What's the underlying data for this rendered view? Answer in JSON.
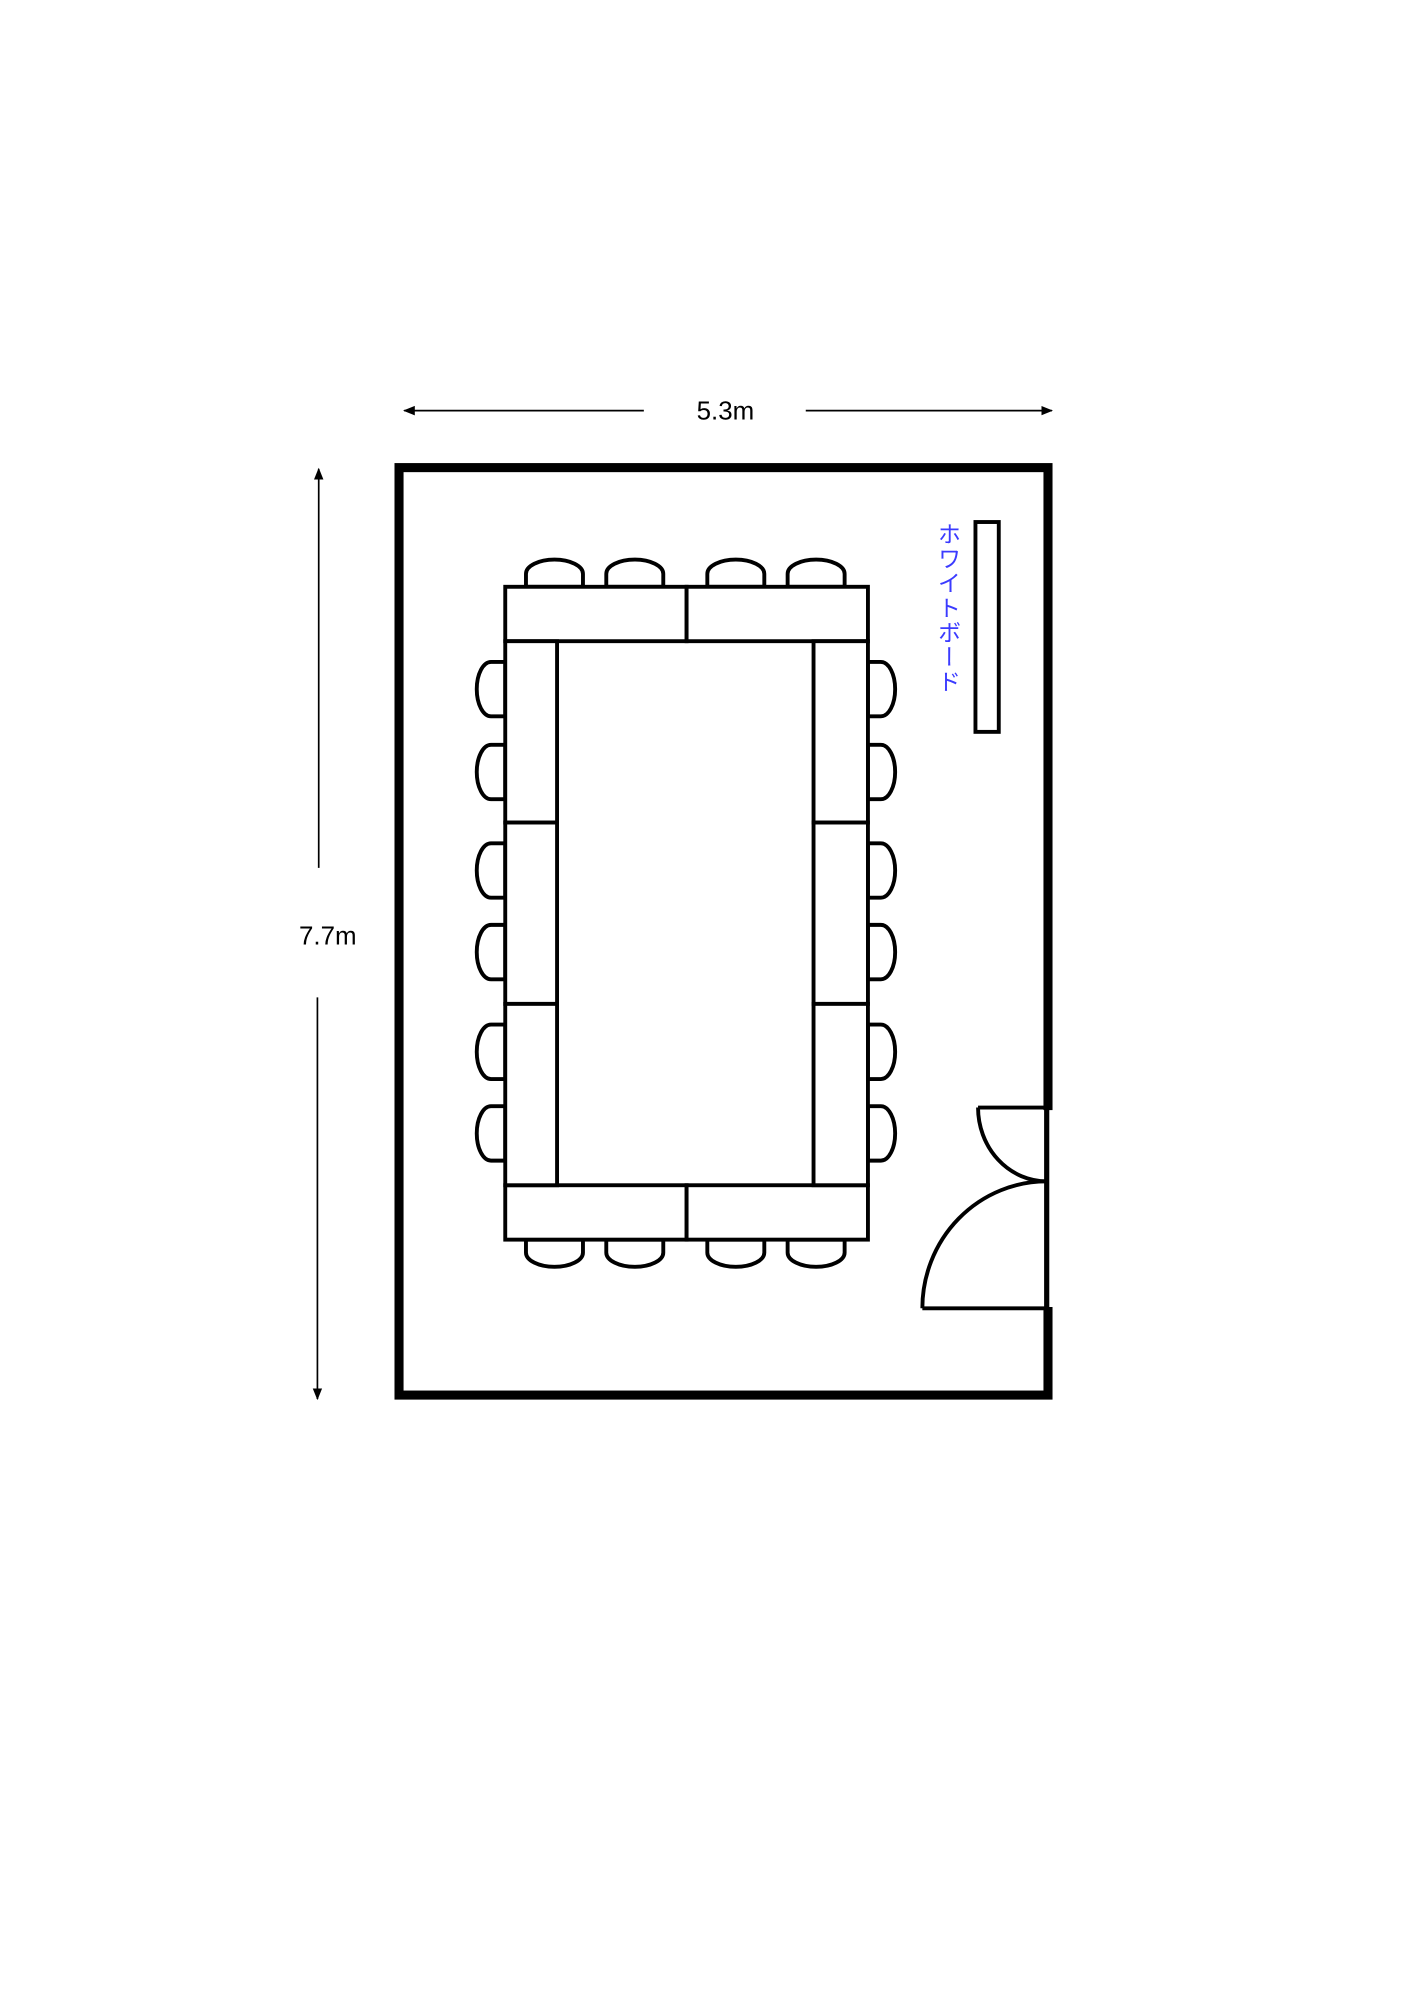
{
  "dimensions": {
    "width_label": "5.3m",
    "height_label": "7.7m"
  },
  "room": {
    "whiteboard_label": "ホワイトボード",
    "table_count": 10,
    "chair_count": 20
  }
}
